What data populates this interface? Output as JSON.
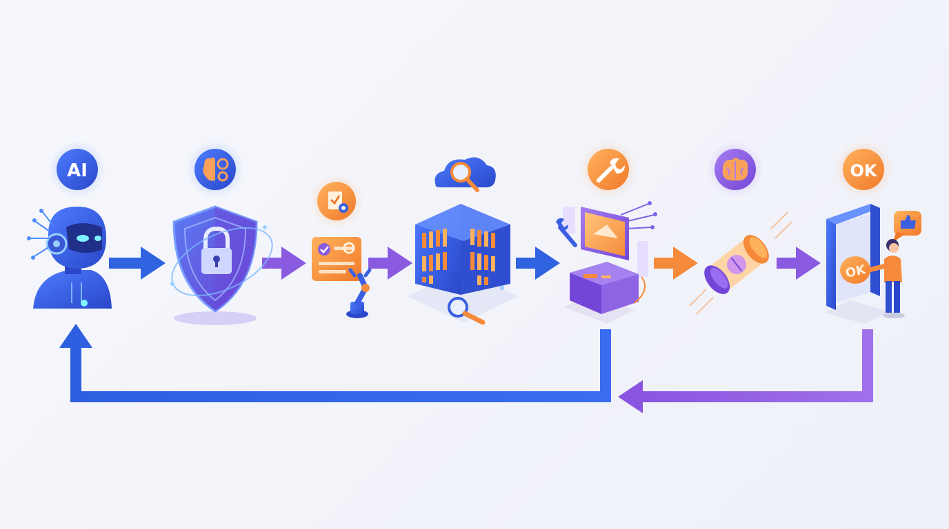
{
  "badges": {
    "ai": "AI",
    "ok": "OK"
  },
  "kiosk_button": "OK",
  "stages": [
    {
      "name": "ai-robot",
      "badge_icon": "ai-text-badge"
    },
    {
      "name": "security-shield",
      "badge_icon": "brain-gear-icon"
    },
    {
      "name": "task-automation",
      "badge_icon": "checklist-gear-icon"
    },
    {
      "name": "knowledge-library",
      "badge_icon": "cloud-search-icon"
    },
    {
      "name": "tooling-workstation",
      "badge_icon": "wrench-icon"
    },
    {
      "name": "memory-capsule",
      "badge_icon": "brain-icon"
    },
    {
      "name": "approval-gateway",
      "badge_icon": "ok-text-badge"
    }
  ],
  "colors": {
    "blue": "#2f63e0",
    "indigo": "#4a4fd8",
    "purple": "#8a5ae0",
    "orange": "#f58a3a",
    "background": "#f3f4fa"
  }
}
